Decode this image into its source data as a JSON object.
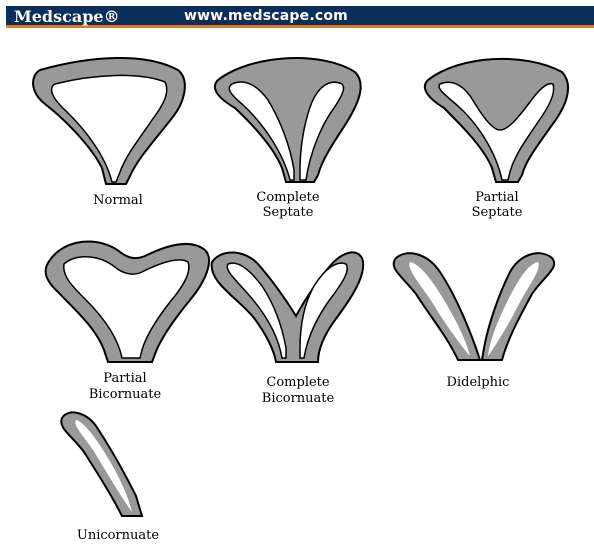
{
  "header": {
    "brand": "Medscape®",
    "url": "www.medscape.com",
    "bar_color": "#0b2f5b",
    "accent_color": "#e07b26"
  },
  "colors": {
    "wall": "#999999",
    "outline": "#000000",
    "cavity": "#ffffff"
  },
  "figures": [
    {
      "id": "normal",
      "lines": [
        "Normal"
      ]
    },
    {
      "id": "complete-septate",
      "lines": [
        "Complete",
        "Septate"
      ]
    },
    {
      "id": "partial-septate",
      "lines": [
        "Partial",
        "Septate"
      ]
    },
    {
      "id": "partial-bicornuate",
      "lines": [
        "Partial",
        "Bicornuate"
      ]
    },
    {
      "id": "complete-bicornuate",
      "lines": [
        "Complete",
        "Bicornuate"
      ]
    },
    {
      "id": "didelphic",
      "lines": [
        "Didelphic"
      ]
    },
    {
      "id": "unicornuate",
      "lines": [
        "Unicornuate"
      ]
    }
  ]
}
